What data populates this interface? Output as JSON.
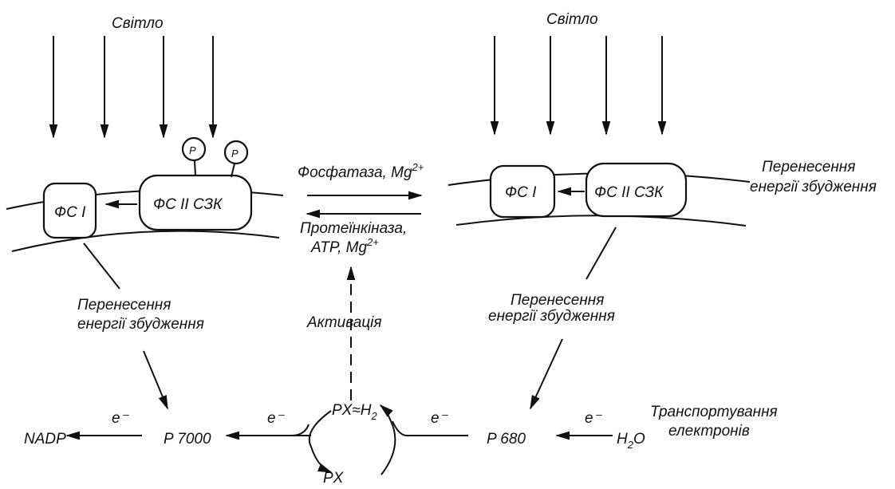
{
  "light_left": "Світло",
  "light_right": "Світло",
  "ps1": "ФС І",
  "ps2_lhc": "ФС ІІ  СЗК",
  "ps1_right": "ФС І",
  "ps2_lhc_right": "ФС ІІ  СЗК",
  "phosphate": "P",
  "phosphatase": "Фосфатаза, Mg",
  "charge": "2+",
  "protein_kinase": "Протеїнкіназа,",
  "atp_mg": "ATP, Mg",
  "energy_transfer_1": "Перенесення",
  "energy_transfer_2": "енергії збудження",
  "energy_transfer_right_1": "Перенесення",
  "energy_transfer_right_2": "енергії збудження",
  "energy_transfer_mid_1": "Перенесення",
  "energy_transfer_mid_2": "енергії збудження",
  "activation": "Активація",
  "nadp": "NADP",
  "electron": "e⁻",
  "p700": "P 7000",
  "pq_h2": "PX≈H",
  "sub2": "2",
  "pq": "PX",
  "p680": "P 680",
  "h": "H",
  "o": "O",
  "transport_1": "Транспортування",
  "transport_2": "електронів"
}
